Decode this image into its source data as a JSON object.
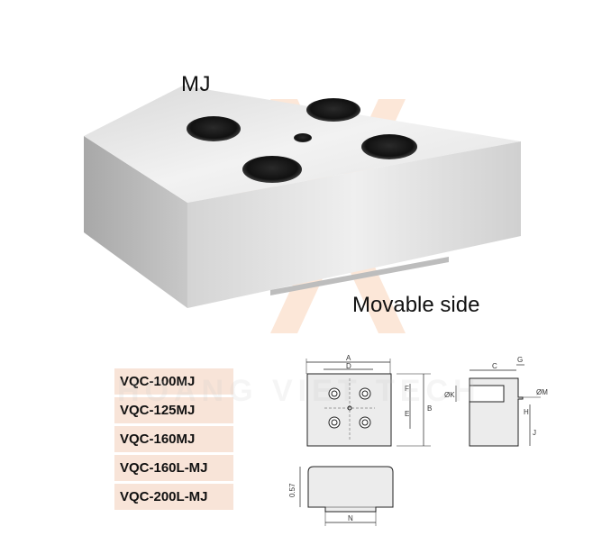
{
  "title": "MJ",
  "subtitle": "Movable side",
  "models": [
    "VQC-100MJ",
    "VQC-125MJ",
    "VQC-160MJ",
    "VQC-160L-MJ",
    "VQC-200L-MJ"
  ],
  "watermark": "HOANG VIET TECH",
  "dimension_labels": {
    "A": "A",
    "D": "D",
    "F": "F",
    "E": "E",
    "B": "B",
    "C": "C",
    "G": "G",
    "K": "ØK",
    "M": "ØM",
    "H": "H",
    "J": "J",
    "thickness": "0.57",
    "N": "N"
  }
}
